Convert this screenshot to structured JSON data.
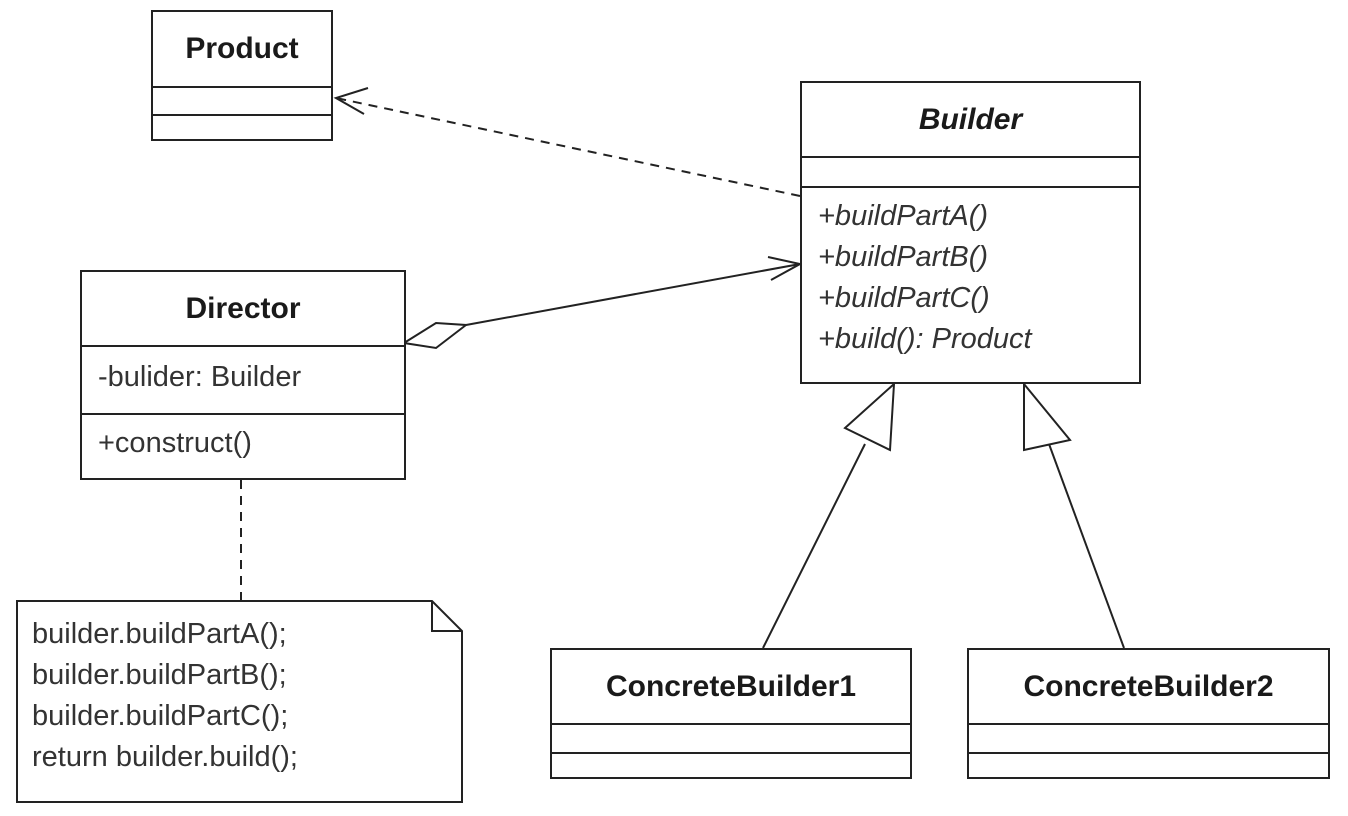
{
  "diagram": {
    "type": "UML class diagram",
    "pattern": "Builder",
    "classes": {
      "product": {
        "name": "Product",
        "attributes": [],
        "methods": []
      },
      "builder": {
        "name": "Builder",
        "abstract": true,
        "attributes": [],
        "methods": [
          "+buildPartA()",
          "+buildPartB()",
          "+buildPartC()",
          "+build(): Product"
        ]
      },
      "director": {
        "name": "Director",
        "attributes": [
          "-bulider: Builder"
        ],
        "methods": [
          "+construct()"
        ]
      },
      "concrete1": {
        "name": "ConcreteBuilder1",
        "attributes": [],
        "methods": []
      },
      "concrete2": {
        "name": "ConcreteBuilder2",
        "attributes": [],
        "methods": []
      }
    },
    "note": {
      "lines": [
        "builder.buildPartA();",
        "builder.buildPartB();",
        "builder.buildPartC();",
        "return builder.build();"
      ]
    },
    "relationships": [
      {
        "type": "dependency",
        "from": "Builder",
        "to": "Product"
      },
      {
        "type": "aggregation",
        "from": "Director",
        "to": "Builder"
      },
      {
        "type": "generalization",
        "from": "ConcreteBuilder1",
        "to": "Builder"
      },
      {
        "type": "generalization",
        "from": "ConcreteBuilder2",
        "to": "Builder"
      },
      {
        "type": "note-anchor",
        "from": "note",
        "to": "Director"
      }
    ]
  }
}
